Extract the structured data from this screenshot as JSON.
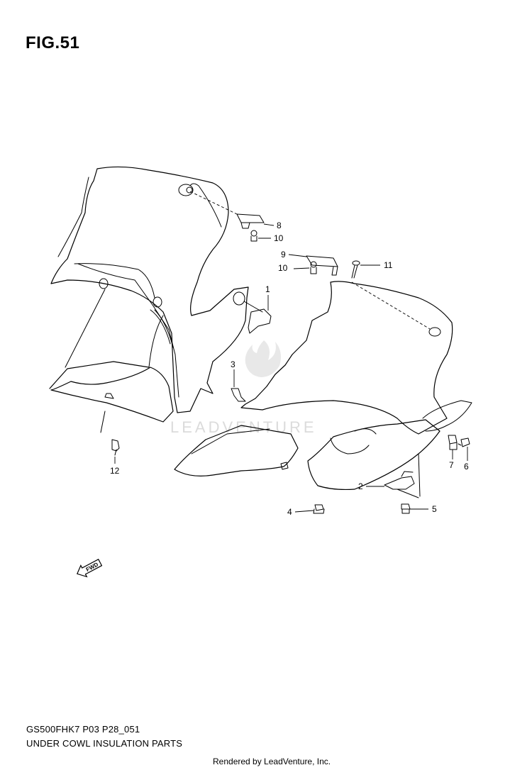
{
  "figure": {
    "title": "FIG.51"
  },
  "callouts": {
    "c1": "1",
    "c2": "2",
    "c3": "3",
    "c4": "4",
    "c5": "5",
    "c6": "6",
    "c7": "7",
    "c8": "8",
    "c9": "9",
    "c10a": "10",
    "c10b": "10",
    "c11": "11",
    "c12": "12"
  },
  "direction_badge": {
    "label": "FWD",
    "icon": "forward-arrow-icon"
  },
  "watermark": {
    "text": "LEADVENTURE"
  },
  "footer": {
    "model_code": "GS500FHK7 P03 P28_051",
    "description": "UNDER COWL INSULATION PARTS",
    "render_credit": "Rendered by LeadVenture, Inc."
  }
}
